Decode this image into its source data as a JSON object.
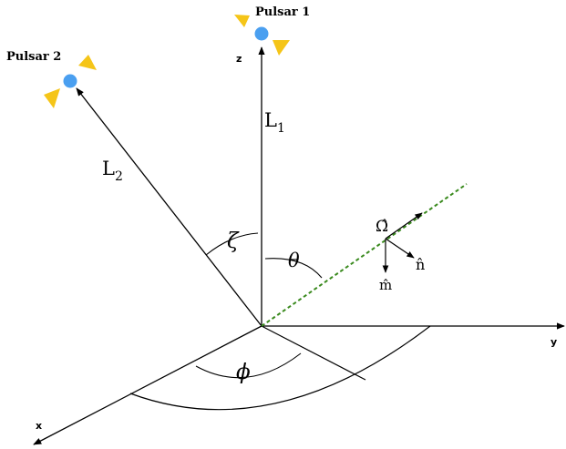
{
  "axes": {
    "x_label": "x",
    "y_label": "y",
    "z_label": "z"
  },
  "pulsars": [
    {
      "label": "Pulsar 1"
    },
    {
      "label": "Pulsar 2"
    }
  ],
  "baselines": {
    "L1_main": "L",
    "L1_sub": "1",
    "L2_main": "L",
    "L2_sub": "2"
  },
  "angles": {
    "zeta": "ζ",
    "theta": "θ",
    "phi": "ϕ"
  },
  "wave": {
    "omega_hat": "Ω̂",
    "n_hat": "n̂",
    "m_hat": "m̂"
  },
  "colors": {
    "pulsar_body": "#4a9ff0",
    "pulsar_beam": "#f5c518",
    "wave_line": "#3a8a1e",
    "ink": "#000000"
  },
  "icons": {
    "pulsar": "pulsar-icon"
  }
}
